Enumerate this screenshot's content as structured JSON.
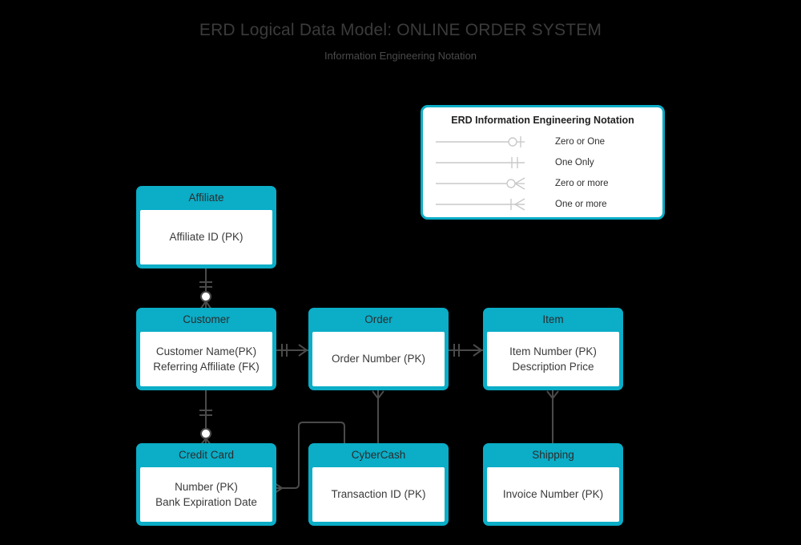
{
  "header": {
    "title": "ERD Logical Data Model: ONLINE ORDER SYSTEM",
    "subtitle": "Information Engineering Notation"
  },
  "legend": {
    "title": "ERD Information Engineering Notation",
    "items": [
      {
        "symbol": "zero-or-one",
        "label": "Zero or One"
      },
      {
        "symbol": "one-only",
        "label": "One Only"
      },
      {
        "symbol": "zero-or-more",
        "label": "Zero or more"
      },
      {
        "symbol": "one-or-more",
        "label": "One or more"
      }
    ]
  },
  "entities": [
    {
      "id": "affiliate",
      "title": "Affiliate",
      "attributes": [
        "Affiliate ID (PK)"
      ]
    },
    {
      "id": "customer",
      "title": "Customer",
      "attributes": [
        "Customer Name(PK)",
        "Referring Affiliate (FK)"
      ]
    },
    {
      "id": "order",
      "title": "Order",
      "attributes": [
        "Order Number (PK)"
      ]
    },
    {
      "id": "item",
      "title": "Item",
      "attributes": [
        "Item Number (PK)",
        "Description Price"
      ]
    },
    {
      "id": "creditcard",
      "title": "Credit Card",
      "attributes": [
        "Number (PK)",
        "Bank Expiration Date"
      ]
    },
    {
      "id": "cybercash",
      "title": "CyberCash",
      "attributes": [
        "Transaction ID (PK)"
      ]
    },
    {
      "id": "shipping",
      "title": "Shipping",
      "attributes": [
        "Invoice Number (PK)"
      ]
    }
  ],
  "relationships": [
    {
      "from": "affiliate",
      "to": "customer",
      "from_cardinality": "one-only",
      "to_cardinality": "zero-or-more"
    },
    {
      "from": "customer",
      "to": "order",
      "from_cardinality": "one-only",
      "to_cardinality": "zero-or-more"
    },
    {
      "from": "order",
      "to": "item",
      "from_cardinality": "one-only",
      "to_cardinality": "zero-or-more"
    },
    {
      "from": "customer",
      "to": "creditcard",
      "from_cardinality": "one-only",
      "to_cardinality": "zero-or-more"
    },
    {
      "from": "order",
      "to": "cybercash",
      "from_cardinality": "zero-or-more",
      "to_cardinality": "plain"
    },
    {
      "from": "item",
      "to": "shipping",
      "from_cardinality": "zero-or-more",
      "to_cardinality": "plain"
    },
    {
      "from": "creditcard",
      "to": "cybercash",
      "from_cardinality": "plain",
      "to_cardinality": "zero-or-more"
    }
  ],
  "colors": {
    "background": "#000000",
    "entity_header": "#0BADC7",
    "entity_body": "#FFFFFF",
    "connector": "#4a4a4a",
    "legend_border": "#0BADC7",
    "legend_symbol": "#c9c9c9",
    "title_text": "#3B3B3B"
  }
}
